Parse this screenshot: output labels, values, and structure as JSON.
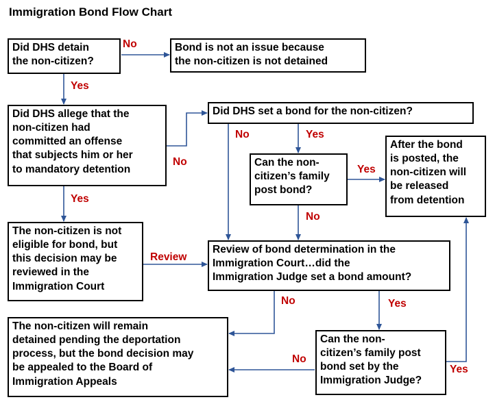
{
  "title": "Immigration Bond Flow Chart",
  "colors": {
    "arrow": "#2E5597",
    "label": "#C00000",
    "box_border": "#000000",
    "text": "#000000"
  },
  "nodes": {
    "detain": "Did DHS detain\nthe non-citizen?",
    "not_issue": "Bond is not an issue because\nthe non-citizen is not detained",
    "allege": "Did DHS allege that the\nnon-citizen had\ncommitted an offense\nthat subjects him or her\nto mandatory detention",
    "dhs_set": "Did DHS set a bond for the non-citizen?",
    "family_post": "Can the non-\ncitizen’s family\npost bond?",
    "released": "After the bond\nis posted, the\nnon-citizen will\nbe released\nfrom detention",
    "not_eligible": "The non-citizen is not\neligible for bond, but\nthis decision may be\nreviewed in the\nImmigration Court",
    "review": "Review of bond determination in the\nImmigration Court…did the\nImmigration Judge set a bond amount?",
    "remain": "The non-citizen will remain\ndetained pending the deportation\nprocess, but the bond decision may\nbe appealed to the Board of\nImmigration Appeals",
    "family_post_ij": "Can the non-\ncitizen’s family post\nbond set by the\nImmigration Judge?"
  },
  "edge_labels": {
    "detain_no": "No",
    "detain_yes": "Yes",
    "allege_no": "No",
    "allege_yes": "Yes",
    "dhs_set_no": "No",
    "dhs_set_yes": "Yes",
    "family_yes": "Yes",
    "family_no": "No",
    "review_label": "Review",
    "review_no": "No",
    "review_yes": "Yes",
    "family_ij_no": "No",
    "family_ij_yes": "Yes"
  }
}
